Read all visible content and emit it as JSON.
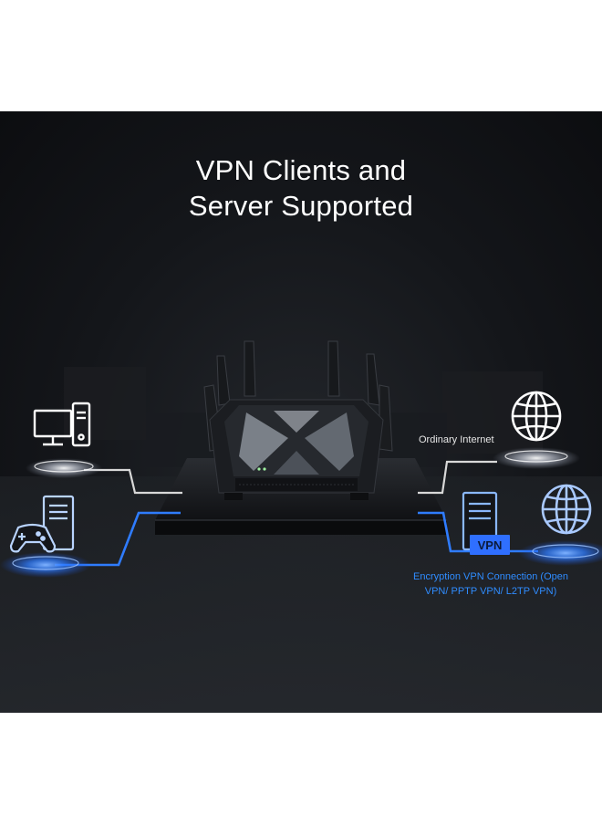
{
  "title": {
    "line1": "VPN Clients and",
    "line2": "Server Supported"
  },
  "labels": {
    "ordinary_internet": "Ordinary Internet",
    "encryption_line1": "Encryption VPN Connection (Open",
    "encryption_line2": "VPN/ PPTP VPN/ L2TP VPN)",
    "vpn_badge": "VPN"
  },
  "colors": {
    "background": "#14161a",
    "ordinary_line": "#d8d8d8",
    "vpn_line": "#2f7cff",
    "vpn_text": "#2f8cff",
    "icon_white": "#ffffff",
    "icon_blue": "#8ab8ff"
  },
  "icons": [
    "desktop-computer-icon",
    "game-console-icon",
    "globe-icon",
    "vpn-server-icon",
    "router-icon"
  ]
}
